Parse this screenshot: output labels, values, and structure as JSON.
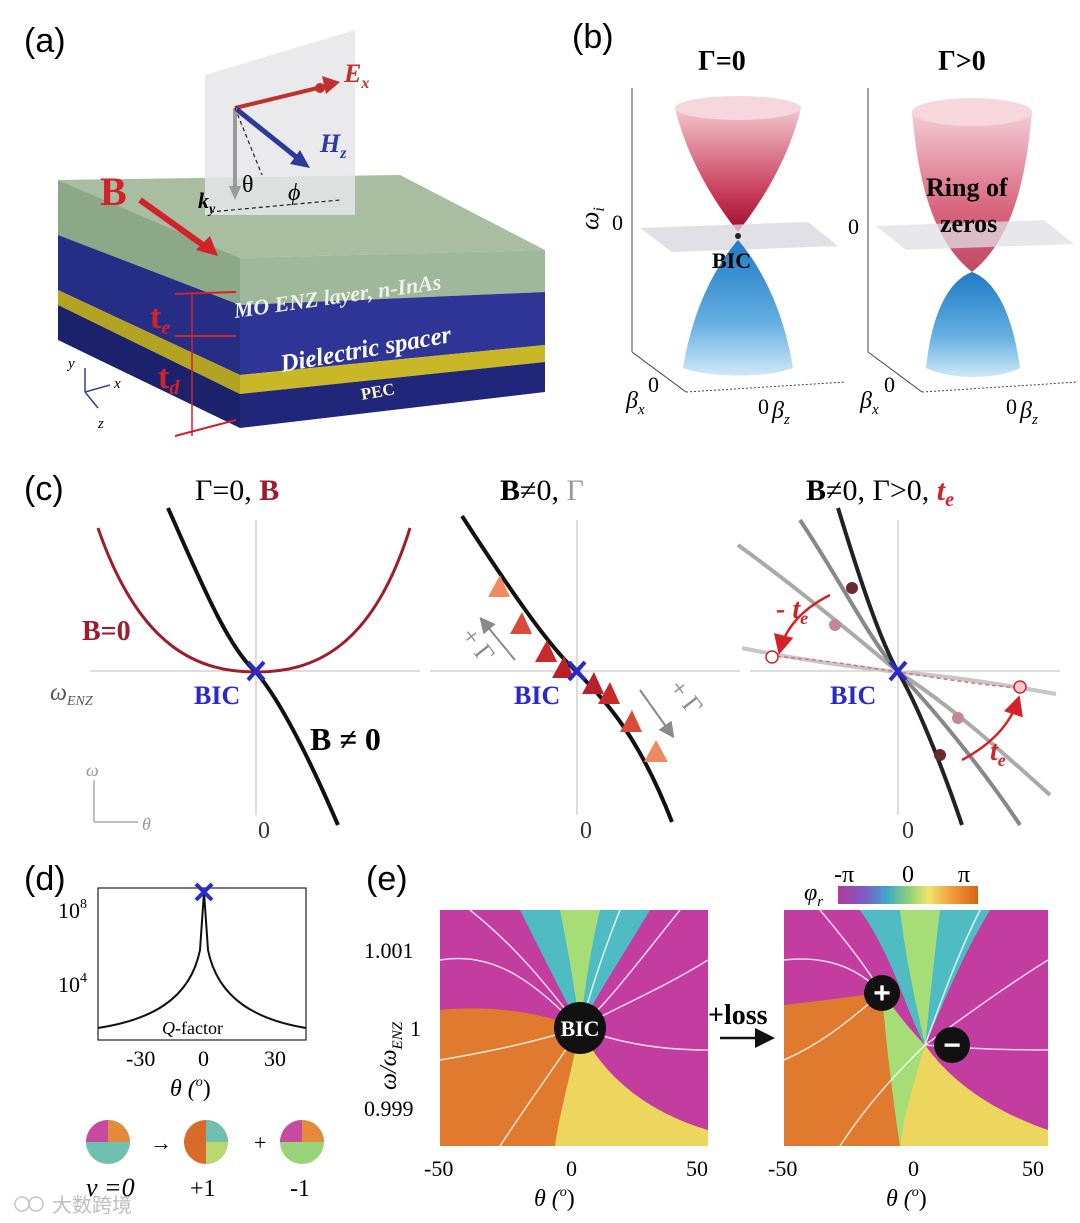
{
  "panels": {
    "a": {
      "label": "(a)",
      "B": "B",
      "Ex": "E",
      "Ex_sub": "x",
      "Hz": "H",
      "Hz_sub": "z",
      "ky": "k",
      "ky_sub": "y",
      "theta": "θ",
      "phi": "ϕ",
      "layer_top": "MO ENZ layer, n-InAs",
      "layer_mid": "Dielectric spacer",
      "layer_bot": "PEC",
      "te": "t",
      "te_sub": "e",
      "td": "t",
      "td_sub": "d",
      "axis_y": "y",
      "axis_x": "x",
      "axis_z": "z"
    },
    "b": {
      "label": "(b)",
      "title_left": "Γ=0",
      "title_right": "Γ>0",
      "omega_i": "ω",
      "omega_i_sub": "i",
      "zero": "0",
      "bic": "BIC",
      "ring1": "Ring of",
      "ring2": "zeros",
      "beta_x": "β",
      "beta_x_sub": "x",
      "beta_z": "β",
      "beta_z_sub": "z"
    },
    "c": {
      "label": "(c)",
      "title1_a": "Γ=0, ",
      "title1_b": "B",
      "title2_a": "B",
      "title2_b": "≠0, ",
      "title2_c": "Γ",
      "title3_a": "B",
      "title3_b": "≠0, Γ>0, ",
      "title3_c": "t",
      "title3_d": "e",
      "b0": "B=0",
      "bneq": "B ≠ 0",
      "bic": "BIC",
      "omega_enz": "ω",
      "omega_enz_sub": "ENZ",
      "zero": "0",
      "plus_gamma": "+ Γ",
      "minus_te": "- t",
      "plus_te": "t",
      "te_sub": "e",
      "axis_omega": "ω",
      "axis_theta": "θ"
    },
    "d": {
      "label": "(d)",
      "yticks": [
        "10",
        "10"
      ],
      "yexp": [
        "8",
        "4"
      ],
      "xticks": [
        "-30",
        "0",
        "30"
      ],
      "xlabel": "θ (",
      "xlabel_deg": "o",
      "xlabel_end": ")",
      "qfactor_q": "Q",
      "qfactor_rest": "-factor",
      "nu": "ν =0",
      "plus1": "+1",
      "minus1": "-1",
      "arrow": "→",
      "plus": "+"
    },
    "e": {
      "label": "(e)",
      "colorbar_label": "φ",
      "colorbar_sub": "r",
      "cb_ticks": [
        "-π",
        "0",
        "π"
      ],
      "yticks": [
        "1.001",
        "1",
        "0.999"
      ],
      "ylabel": "ω/ω",
      "ylabel_sub": "ENZ",
      "xticks": [
        "-50",
        "0",
        "50"
      ],
      "xlabel": "θ (",
      "xlabel_deg": "o",
      "xlabel_end": ")",
      "bic": "BIC",
      "loss": "+loss",
      "plus": "+",
      "minus": "−"
    }
  },
  "watermark": "大数跨境",
  "colors": {
    "dark_red": "#a01c2c",
    "red": "#d2232a",
    "navy": "#1f2a8a",
    "bic_blue": "#2a2acb",
    "cone_top": "#c0304e",
    "cone_bottom": "#3a8fd0",
    "layer_top": "#a9bea0",
    "layer_mid": "#2e3596",
    "layer_bot": "#c9b727",
    "gray": "#9a9a9a"
  }
}
